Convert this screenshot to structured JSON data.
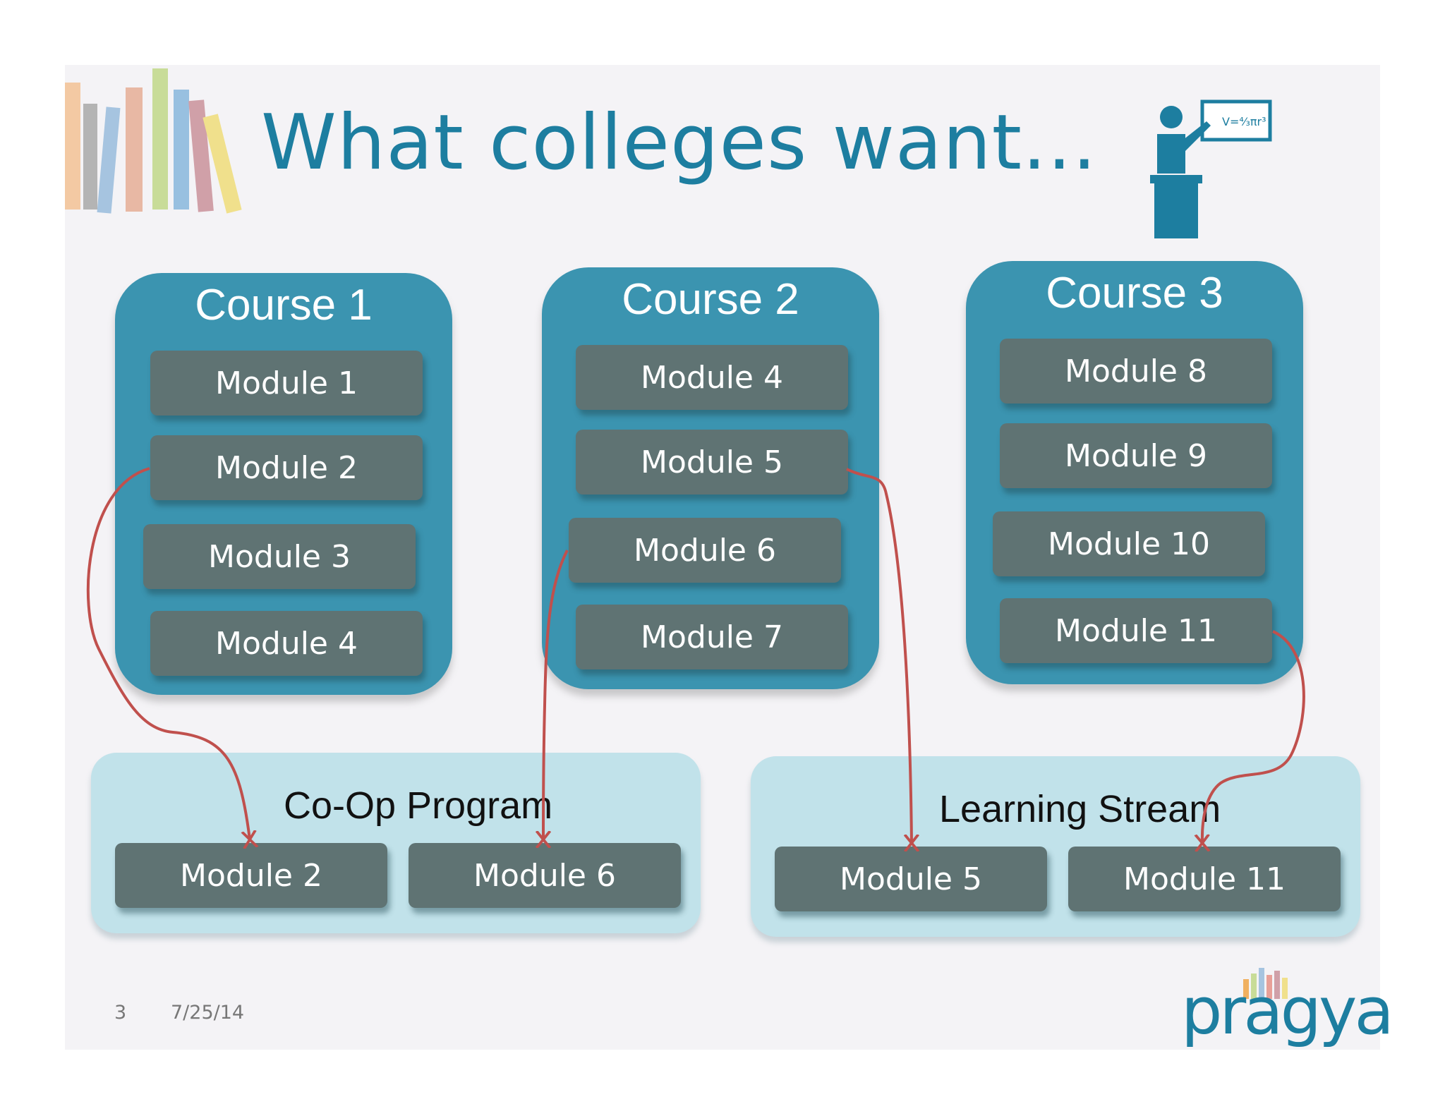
{
  "slide": {
    "title": "What colleges want...",
    "page_number": "3",
    "date": "7/25/14",
    "logo_text": "pragya",
    "formula_text": "V=⁴⁄₃πr³"
  },
  "courses": [
    {
      "title": "Course 1",
      "modules": [
        "Module 1",
        "Module 2",
        "Module 3",
        "Module 4"
      ]
    },
    {
      "title": "Course 2",
      "modules": [
        "Module 4",
        "Module 5",
        "Module 6",
        "Module 7"
      ]
    },
    {
      "title": "Course 3",
      "modules": [
        "Module 8",
        "Module 9",
        "Module 10",
        "Module 11"
      ]
    }
  ],
  "programs": [
    {
      "title": "Co-Op Program",
      "modules": [
        "Module 2",
        "Module 6"
      ]
    },
    {
      "title": "Learning Stream",
      "modules": [
        "Module 5",
        "Module 11"
      ]
    }
  ],
  "colors": {
    "title": "#1d7ea0",
    "course_box": "#3b94b0",
    "module_box": "#5f7373",
    "program_box": "#c1e2ea",
    "arrow": "#c0504d"
  },
  "icons": [
    "books-icon",
    "teacher-icon",
    "pragya-logo"
  ]
}
